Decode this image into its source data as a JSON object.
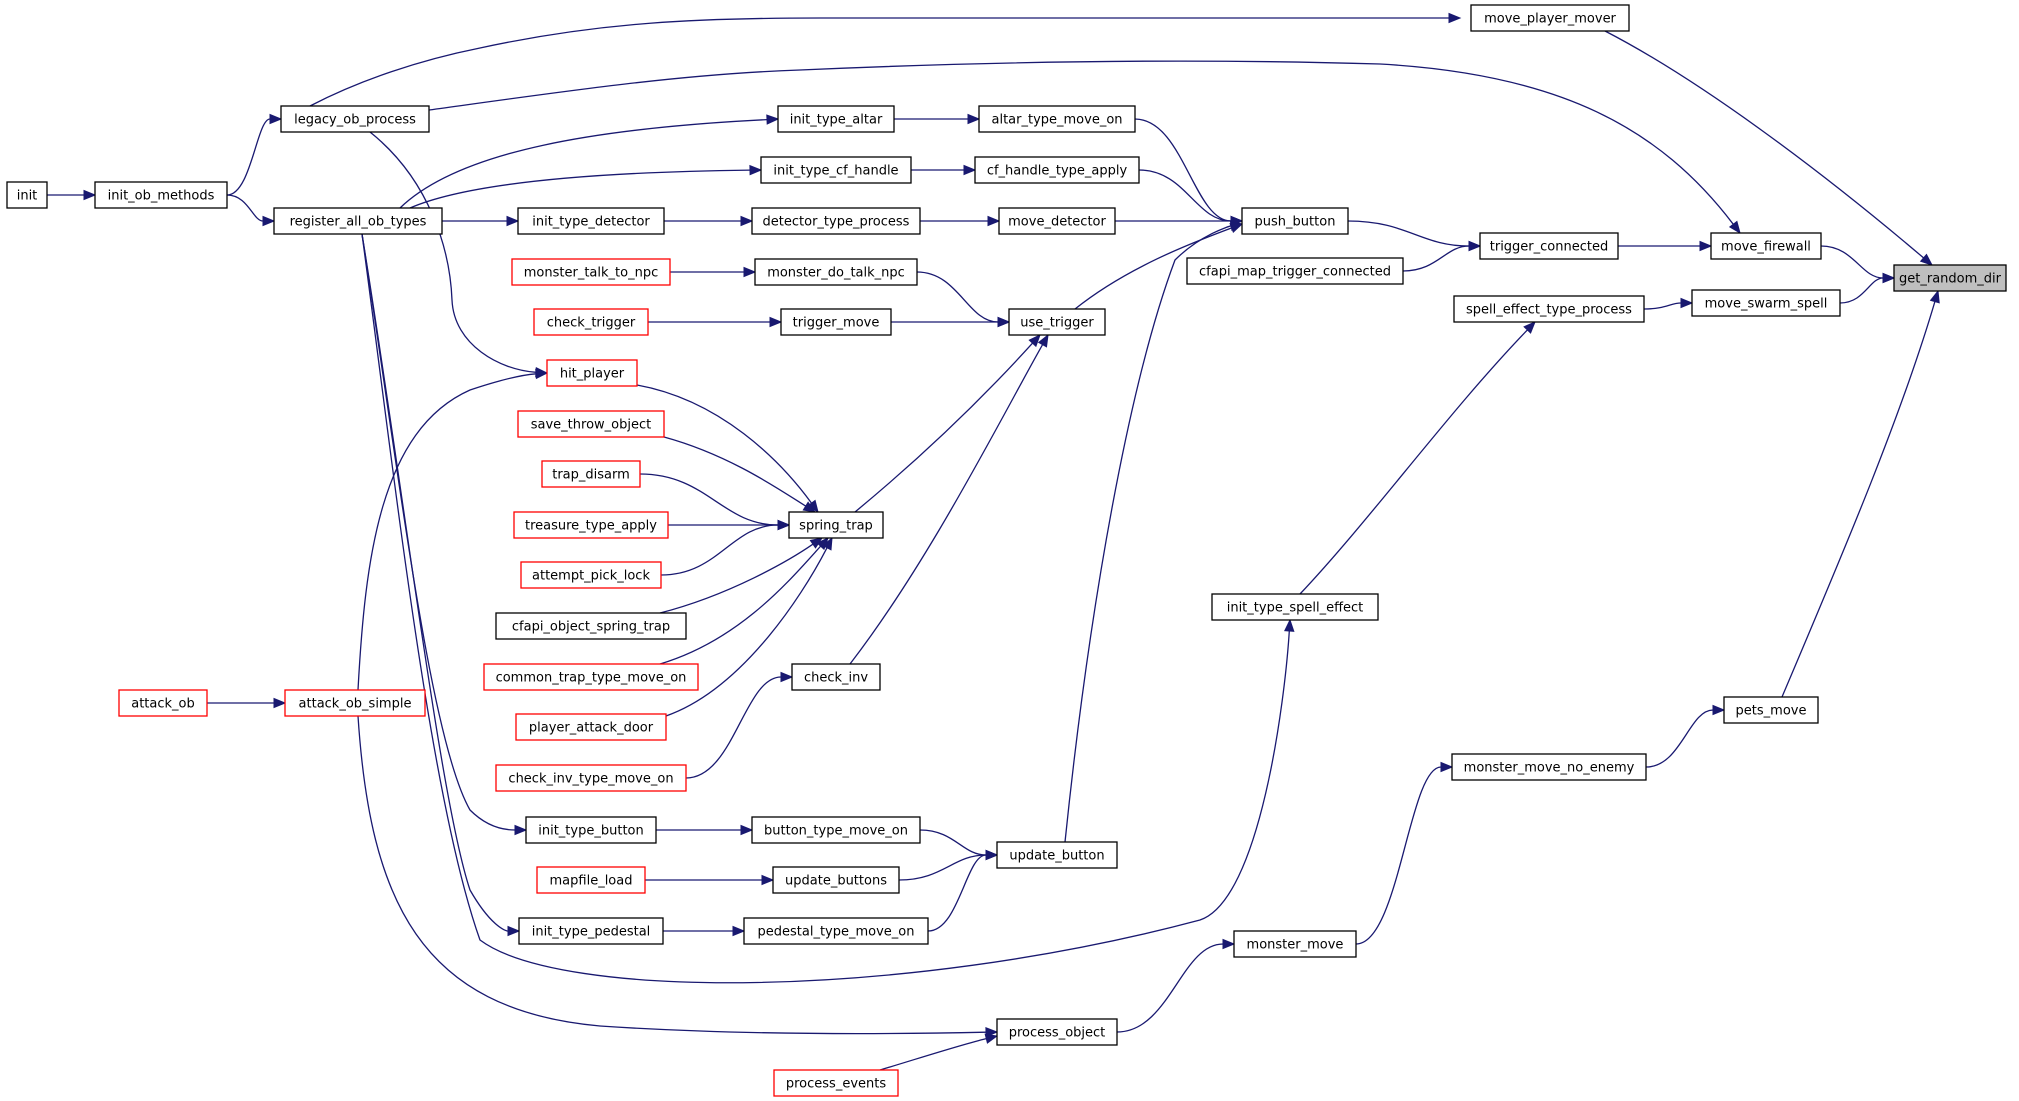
{
  "diagram": {
    "style": {
      "edge_color": "#191970",
      "black_border": "#000000",
      "red_border": "#ff0000",
      "focus_fill": "#bfbfbf",
      "normal_fill": "#ffffff"
    },
    "nodes": [
      {
        "id": "get_random_dir",
        "label": "get_random_dir",
        "border": "focus"
      },
      {
        "id": "move_player_mover",
        "label": "move_player_mover",
        "border": "black"
      },
      {
        "id": "legacy_ob_process",
        "label": "legacy_ob_process",
        "border": "black"
      },
      {
        "id": "init",
        "label": "init",
        "border": "black"
      },
      {
        "id": "init_ob_methods",
        "label": "init_ob_methods",
        "border": "black"
      },
      {
        "id": "register_all_ob_types",
        "label": "register_all_ob_types",
        "border": "black"
      },
      {
        "id": "init_type_altar",
        "label": "init_type_altar",
        "border": "black"
      },
      {
        "id": "altar_type_move_on",
        "label": "altar_type_move_on",
        "border": "black"
      },
      {
        "id": "init_type_cf_handle",
        "label": "init_type_cf_handle",
        "border": "black"
      },
      {
        "id": "cf_handle_type_apply",
        "label": "cf_handle_type_apply",
        "border": "black"
      },
      {
        "id": "init_type_detector",
        "label": "init_type_detector",
        "border": "black"
      },
      {
        "id": "detector_type_process",
        "label": "detector_type_process",
        "border": "black"
      },
      {
        "id": "move_detector",
        "label": "move_detector",
        "border": "black"
      },
      {
        "id": "push_button",
        "label": "push_button",
        "border": "black"
      },
      {
        "id": "trigger_connected",
        "label": "trigger_connected",
        "border": "black"
      },
      {
        "id": "move_firewall",
        "label": "move_firewall",
        "border": "black"
      },
      {
        "id": "cfapi_map_trigger_connected",
        "label": "cfapi_map_trigger_connected",
        "border": "black"
      },
      {
        "id": "monster_talk_to_npc",
        "label": "monster_talk_to_npc",
        "border": "red"
      },
      {
        "id": "monster_do_talk_npc",
        "label": "monster_do_talk_npc",
        "border": "black"
      },
      {
        "id": "use_trigger",
        "label": "use_trigger",
        "border": "black"
      },
      {
        "id": "spell_effect_type_process",
        "label": "spell_effect_type_process",
        "border": "black"
      },
      {
        "id": "move_swarm_spell",
        "label": "move_swarm_spell",
        "border": "black"
      },
      {
        "id": "check_trigger",
        "label": "check_trigger",
        "border": "red"
      },
      {
        "id": "trigger_move",
        "label": "trigger_move",
        "border": "black"
      },
      {
        "id": "hit_player",
        "label": "hit_player",
        "border": "red"
      },
      {
        "id": "save_throw_object",
        "label": "save_throw_object",
        "border": "red"
      },
      {
        "id": "trap_disarm",
        "label": "trap_disarm",
        "border": "red"
      },
      {
        "id": "treasure_type_apply",
        "label": "treasure_type_apply",
        "border": "red"
      },
      {
        "id": "spring_trap",
        "label": "spring_trap",
        "border": "black"
      },
      {
        "id": "attempt_pick_lock",
        "label": "attempt_pick_lock",
        "border": "red"
      },
      {
        "id": "cfapi_object_spring_trap",
        "label": "cfapi_object_spring_trap",
        "border": "black"
      },
      {
        "id": "init_type_spell_effect",
        "label": "init_type_spell_effect",
        "border": "black"
      },
      {
        "id": "common_trap_type_move_on",
        "label": "common_trap_type_move_on",
        "border": "red"
      },
      {
        "id": "check_inv",
        "label": "check_inv",
        "border": "black"
      },
      {
        "id": "attack_ob",
        "label": "attack_ob",
        "border": "red"
      },
      {
        "id": "attack_ob_simple",
        "label": "attack_ob_simple",
        "border": "red"
      },
      {
        "id": "pets_move",
        "label": "pets_move",
        "border": "black"
      },
      {
        "id": "player_attack_door",
        "label": "player_attack_door",
        "border": "red"
      },
      {
        "id": "monster_move_no_enemy",
        "label": "monster_move_no_enemy",
        "border": "black"
      },
      {
        "id": "check_inv_type_move_on",
        "label": "check_inv_type_move_on",
        "border": "red"
      },
      {
        "id": "init_type_button",
        "label": "init_type_button",
        "border": "black"
      },
      {
        "id": "button_type_move_on",
        "label": "button_type_move_on",
        "border": "black"
      },
      {
        "id": "update_button",
        "label": "update_button",
        "border": "black"
      },
      {
        "id": "mapfile_load",
        "label": "mapfile_load",
        "border": "red"
      },
      {
        "id": "update_buttons",
        "label": "update_buttons",
        "border": "black"
      },
      {
        "id": "init_type_pedestal",
        "label": "init_type_pedestal",
        "border": "black"
      },
      {
        "id": "pedestal_type_move_on",
        "label": "pedestal_type_move_on",
        "border": "black"
      },
      {
        "id": "monster_move",
        "label": "monster_move",
        "border": "black"
      },
      {
        "id": "process_object",
        "label": "process_object",
        "border": "black"
      },
      {
        "id": "process_events",
        "label": "process_events",
        "border": "red"
      }
    ],
    "edges": [
      [
        "move_player_mover",
        "get_random_dir"
      ],
      [
        "move_firewall",
        "get_random_dir"
      ],
      [
        "move_swarm_spell",
        "get_random_dir"
      ],
      [
        "pets_move",
        "get_random_dir"
      ],
      [
        "legacy_ob_process",
        "move_player_mover"
      ],
      [
        "legacy_ob_process",
        "move_firewall"
      ],
      [
        "init_ob_methods",
        "legacy_ob_process"
      ],
      [
        "init",
        "init_ob_methods"
      ],
      [
        "init_ob_methods",
        "register_all_ob_types"
      ],
      [
        "register_all_ob_types",
        "init_type_altar"
      ],
      [
        "register_all_ob_types",
        "init_type_cf_handle"
      ],
      [
        "register_all_ob_types",
        "init_type_detector"
      ],
      [
        "register_all_ob_types",
        "init_type_spell_effect"
      ],
      [
        "register_all_ob_types",
        "init_type_button"
      ],
      [
        "register_all_ob_types",
        "init_type_pedestal"
      ],
      [
        "init_type_altar",
        "altar_type_move_on"
      ],
      [
        "init_type_cf_handle",
        "cf_handle_type_apply"
      ],
      [
        "init_type_detector",
        "detector_type_process"
      ],
      [
        "detector_type_process",
        "move_detector"
      ],
      [
        "altar_type_move_on",
        "push_button"
      ],
      [
        "cf_handle_type_apply",
        "push_button"
      ],
      [
        "move_detector",
        "push_button"
      ],
      [
        "use_trigger",
        "push_button"
      ],
      [
        "update_button",
        "push_button"
      ],
      [
        "push_button",
        "trigger_connected"
      ],
      [
        "cfapi_map_trigger_connected",
        "trigger_connected"
      ],
      [
        "trigger_connected",
        "move_firewall"
      ],
      [
        "monster_talk_to_npc",
        "monster_do_talk_npc"
      ],
      [
        "monster_do_talk_npc",
        "use_trigger"
      ],
      [
        "check_trigger",
        "trigger_move"
      ],
      [
        "trigger_move",
        "use_trigger"
      ],
      [
        "spring_trap",
        "use_trigger"
      ],
      [
        "check_inv",
        "use_trigger"
      ],
      [
        "legacy_ob_process",
        "hit_player"
      ],
      [
        "attack_ob_simple",
        "hit_player"
      ],
      [
        "hit_player",
        "spring_trap"
      ],
      [
        "save_throw_object",
        "spring_trap"
      ],
      [
        "trap_disarm",
        "spring_trap"
      ],
      [
        "treasure_type_apply",
        "spring_trap"
      ],
      [
        "attempt_pick_lock",
        "spring_trap"
      ],
      [
        "cfapi_object_spring_trap",
        "spring_trap"
      ],
      [
        "common_trap_type_move_on",
        "spring_trap"
      ],
      [
        "player_attack_door",
        "spring_trap"
      ],
      [
        "check_inv_type_move_on",
        "check_inv"
      ],
      [
        "init_type_spell_effect",
        "spell_effect_type_process"
      ],
      [
        "spell_effect_type_process",
        "move_swarm_spell"
      ],
      [
        "attack_ob",
        "attack_ob_simple"
      ],
      [
        "monster_move_no_enemy",
        "pets_move"
      ],
      [
        "monster_move",
        "monster_move_no_enemy"
      ],
      [
        "process_object",
        "monster_move"
      ],
      [
        "attack_ob_simple",
        "process_object"
      ],
      [
        "process_events",
        "process_object"
      ],
      [
        "init_type_button",
        "button_type_move_on"
      ],
      [
        "button_type_move_on",
        "update_button"
      ],
      [
        "mapfile_load",
        "update_buttons"
      ],
      [
        "update_buttons",
        "update_button"
      ],
      [
        "init_type_pedestal",
        "pedestal_type_move_on"
      ],
      [
        "pedestal_type_move_on",
        "update_button"
      ]
    ]
  }
}
